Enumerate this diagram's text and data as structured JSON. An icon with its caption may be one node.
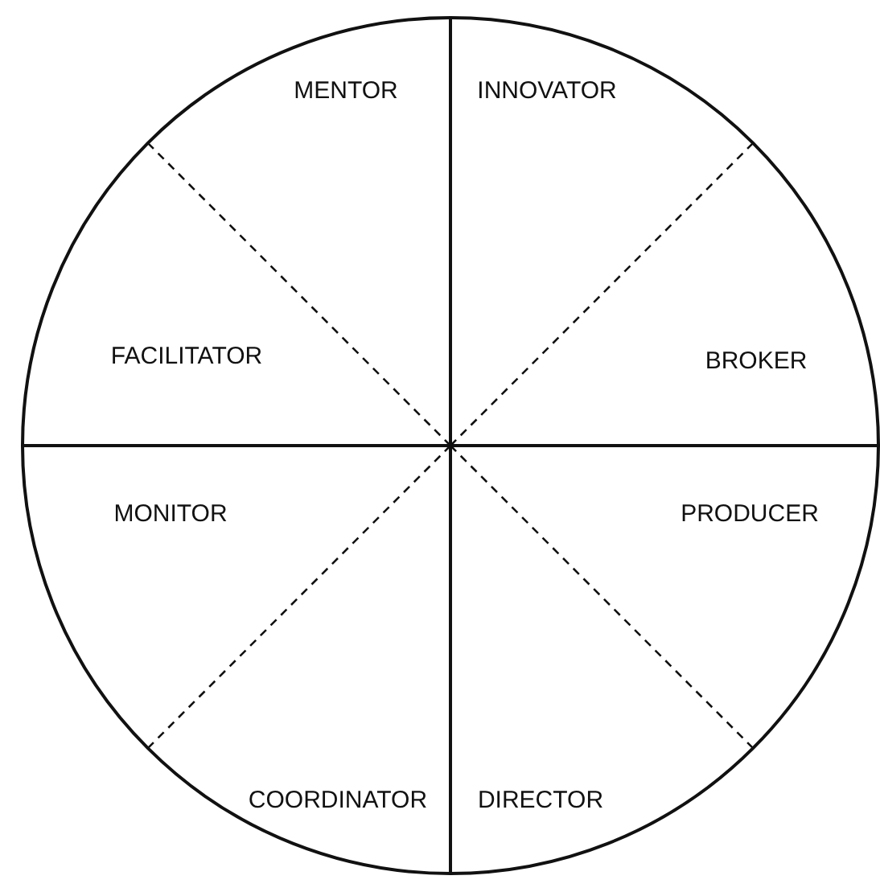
{
  "diagram": {
    "nodes": [
      {
        "text": [
          "MENTOR"
        ]
      },
      {
        "text": [
          "INNOVATOR"
        ]
      },
      {
        "text": [
          "FACILITATOR"
        ]
      },
      {
        "text": [
          "BROKER"
        ]
      },
      {
        "text": [
          "MONITOR"
        ]
      },
      {
        "text": [
          "PRODUCER"
        ]
      },
      {
        "text": [
          "COORDINATOR"
        ]
      },
      {
        "text": [
          "DIRECTOR"
        ]
      }
    ],
    "edges": []
  }
}
